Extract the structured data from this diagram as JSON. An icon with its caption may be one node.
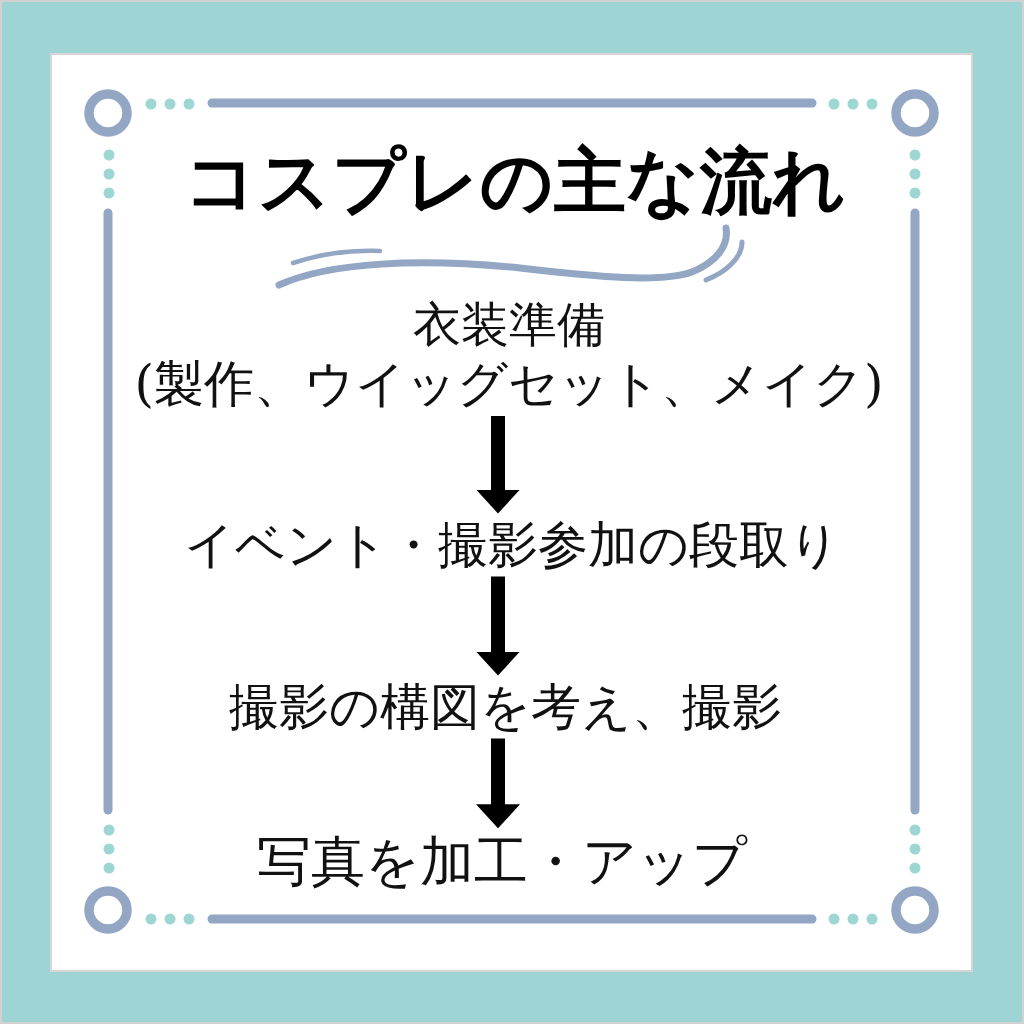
{
  "diagram": {
    "title": "コスプレの主な流れ",
    "nodes": [
      {
        "text": [
          "衣装準備",
          "(製作、ウイッグセット、メイク)"
        ]
      },
      {
        "text": [
          "イベント・撮影参加の段取り"
        ]
      },
      {
        "text": [
          "撮影の構図を考え、撮影"
        ]
      },
      {
        "text": [
          "写真を加工・アップ"
        ]
      }
    ],
    "edges": [
      {
        "from": 0,
        "to": 1,
        "arrow": "to"
      },
      {
        "from": 1,
        "to": 2,
        "arrow": "to"
      },
      {
        "from": 2,
        "to": 3,
        "arrow": "to"
      }
    ]
  }
}
